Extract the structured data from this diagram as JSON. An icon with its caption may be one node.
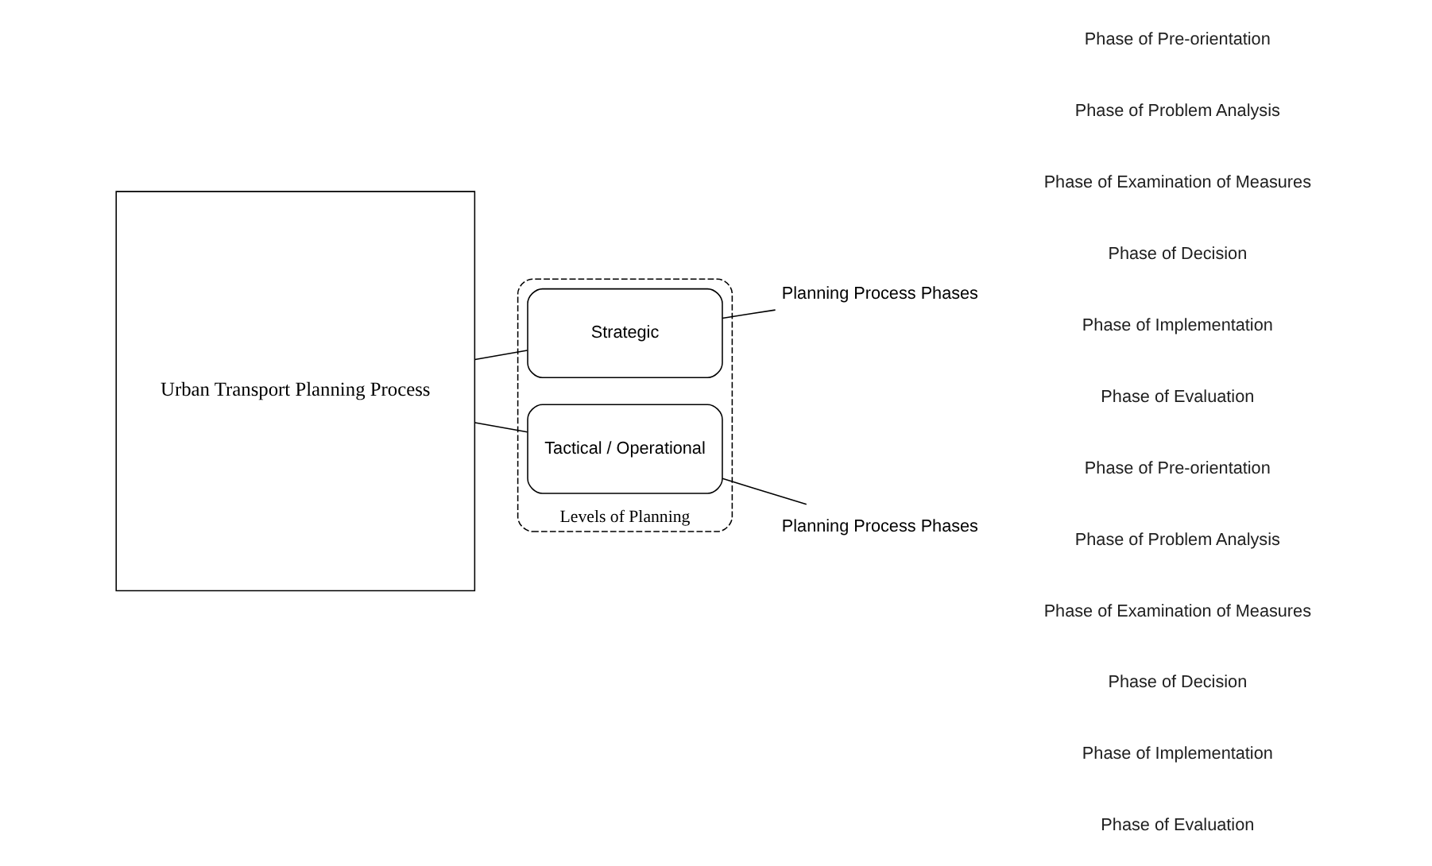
{
  "diagram": {
    "nodes": [
      {
        "text": [
          "Urban Transport Planning Process"
        ]
      },
      {
        "text": [
          "Levels of Planning"
        ]
      },
      {
        "text": [
          "Strategic"
        ],
        "in": 1
      },
      {
        "text": [
          "Tactical / Operational"
        ],
        "in": 1
      },
      {
        "text": [
          "Planning Process Phases"
        ]
      },
      {
        "text": [
          "Planning Process Phases"
        ]
      }
    ],
    "edges": [
      {
        "from": 0,
        "to": 2,
        "arrow": "none"
      },
      {
        "from": 0,
        "to": 3,
        "arrow": "none"
      },
      {
        "from": 2,
        "to": 4,
        "arrow": "none"
      },
      {
        "from": 3,
        "to": 5,
        "arrow": "none"
      }
    ],
    "labels": [
      "Phase of Pre-orientation",
      "Phase of Problem Analysis",
      "Phase of Examination of Measures",
      "Phase of Decision",
      "Phase of Implementation",
      "Phase of Evaluation",
      "Phase of Pre-orientation",
      "Phase of Problem Analysis",
      "Phase of Examination of Measures",
      "Phase of Decision",
      "Phase of Implementation",
      "Phase of Evaluation"
    ]
  }
}
